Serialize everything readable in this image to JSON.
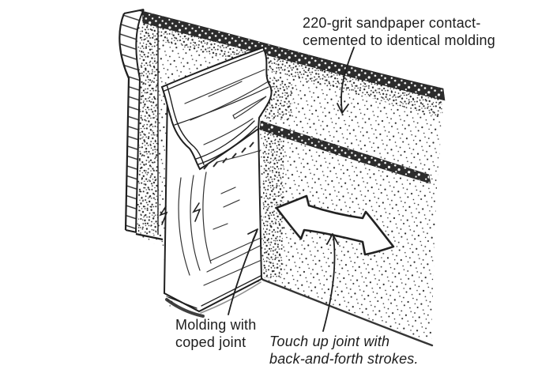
{
  "figure": {
    "background_color": "#ffffff",
    "ink_color": "#1d1d1d",
    "labels": {
      "sandpaper": {
        "line1": "220-grit sandpaper contact-",
        "line2": "cemented to identical molding"
      },
      "coped_molding": {
        "line1": "Molding with",
        "line2": "coped joint"
      },
      "touch_up": {
        "line1": "Touch up joint with",
        "line2": "back-and-forth strokes."
      }
    },
    "icons": {
      "direction_arrow": "double-headed-arrow",
      "sandpaper_pointer": "curved-arrow-down",
      "molding_pointer": "curved-arrow-up-right",
      "touch_up_pointer": "curved-arrow-up"
    }
  }
}
